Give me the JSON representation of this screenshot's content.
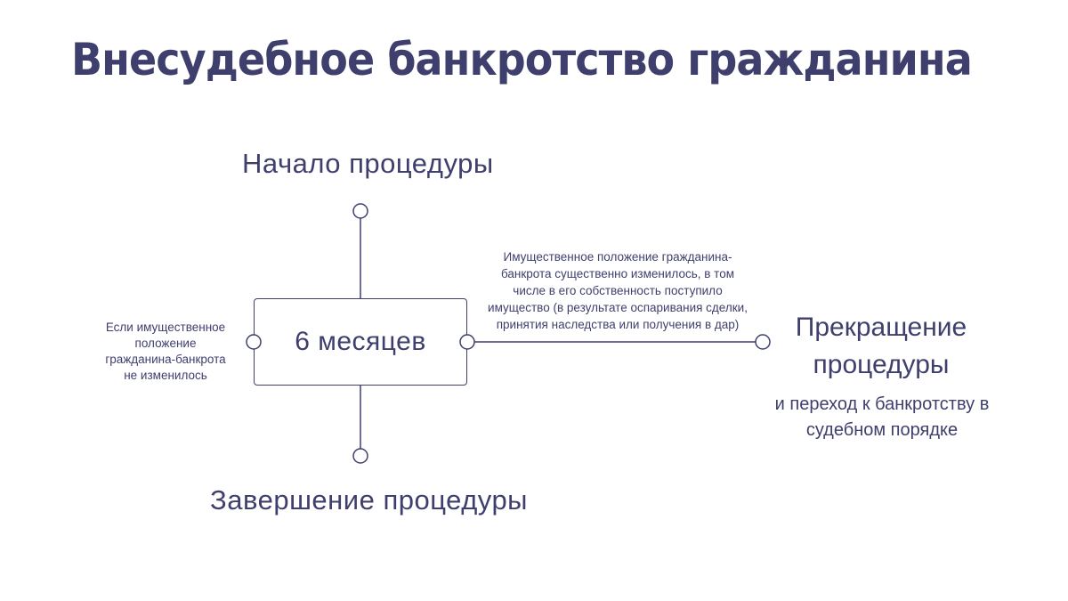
{
  "title": "Внесудебное банкротство гражданина",
  "diagram": {
    "center": "6 месяцев",
    "start": "Начало процедуры",
    "end": "Завершение процедуры",
    "termination": {
      "title": "Прекращение процедуры",
      "subtitle": "и переход к банкротству в судебном порядке"
    },
    "note_left": "Если имущественное положение гражданина-банкрота не изменилось",
    "note_right": "Имущественное положение гражданина-банкрота существенно изменилось, в том числе в его собственность поступило имущество (в результате оспаривания сделки, принятия наследства или получения в дар)"
  },
  "colors": {
    "primary": "#3f3f6e",
    "background": "#ffffff"
  }
}
